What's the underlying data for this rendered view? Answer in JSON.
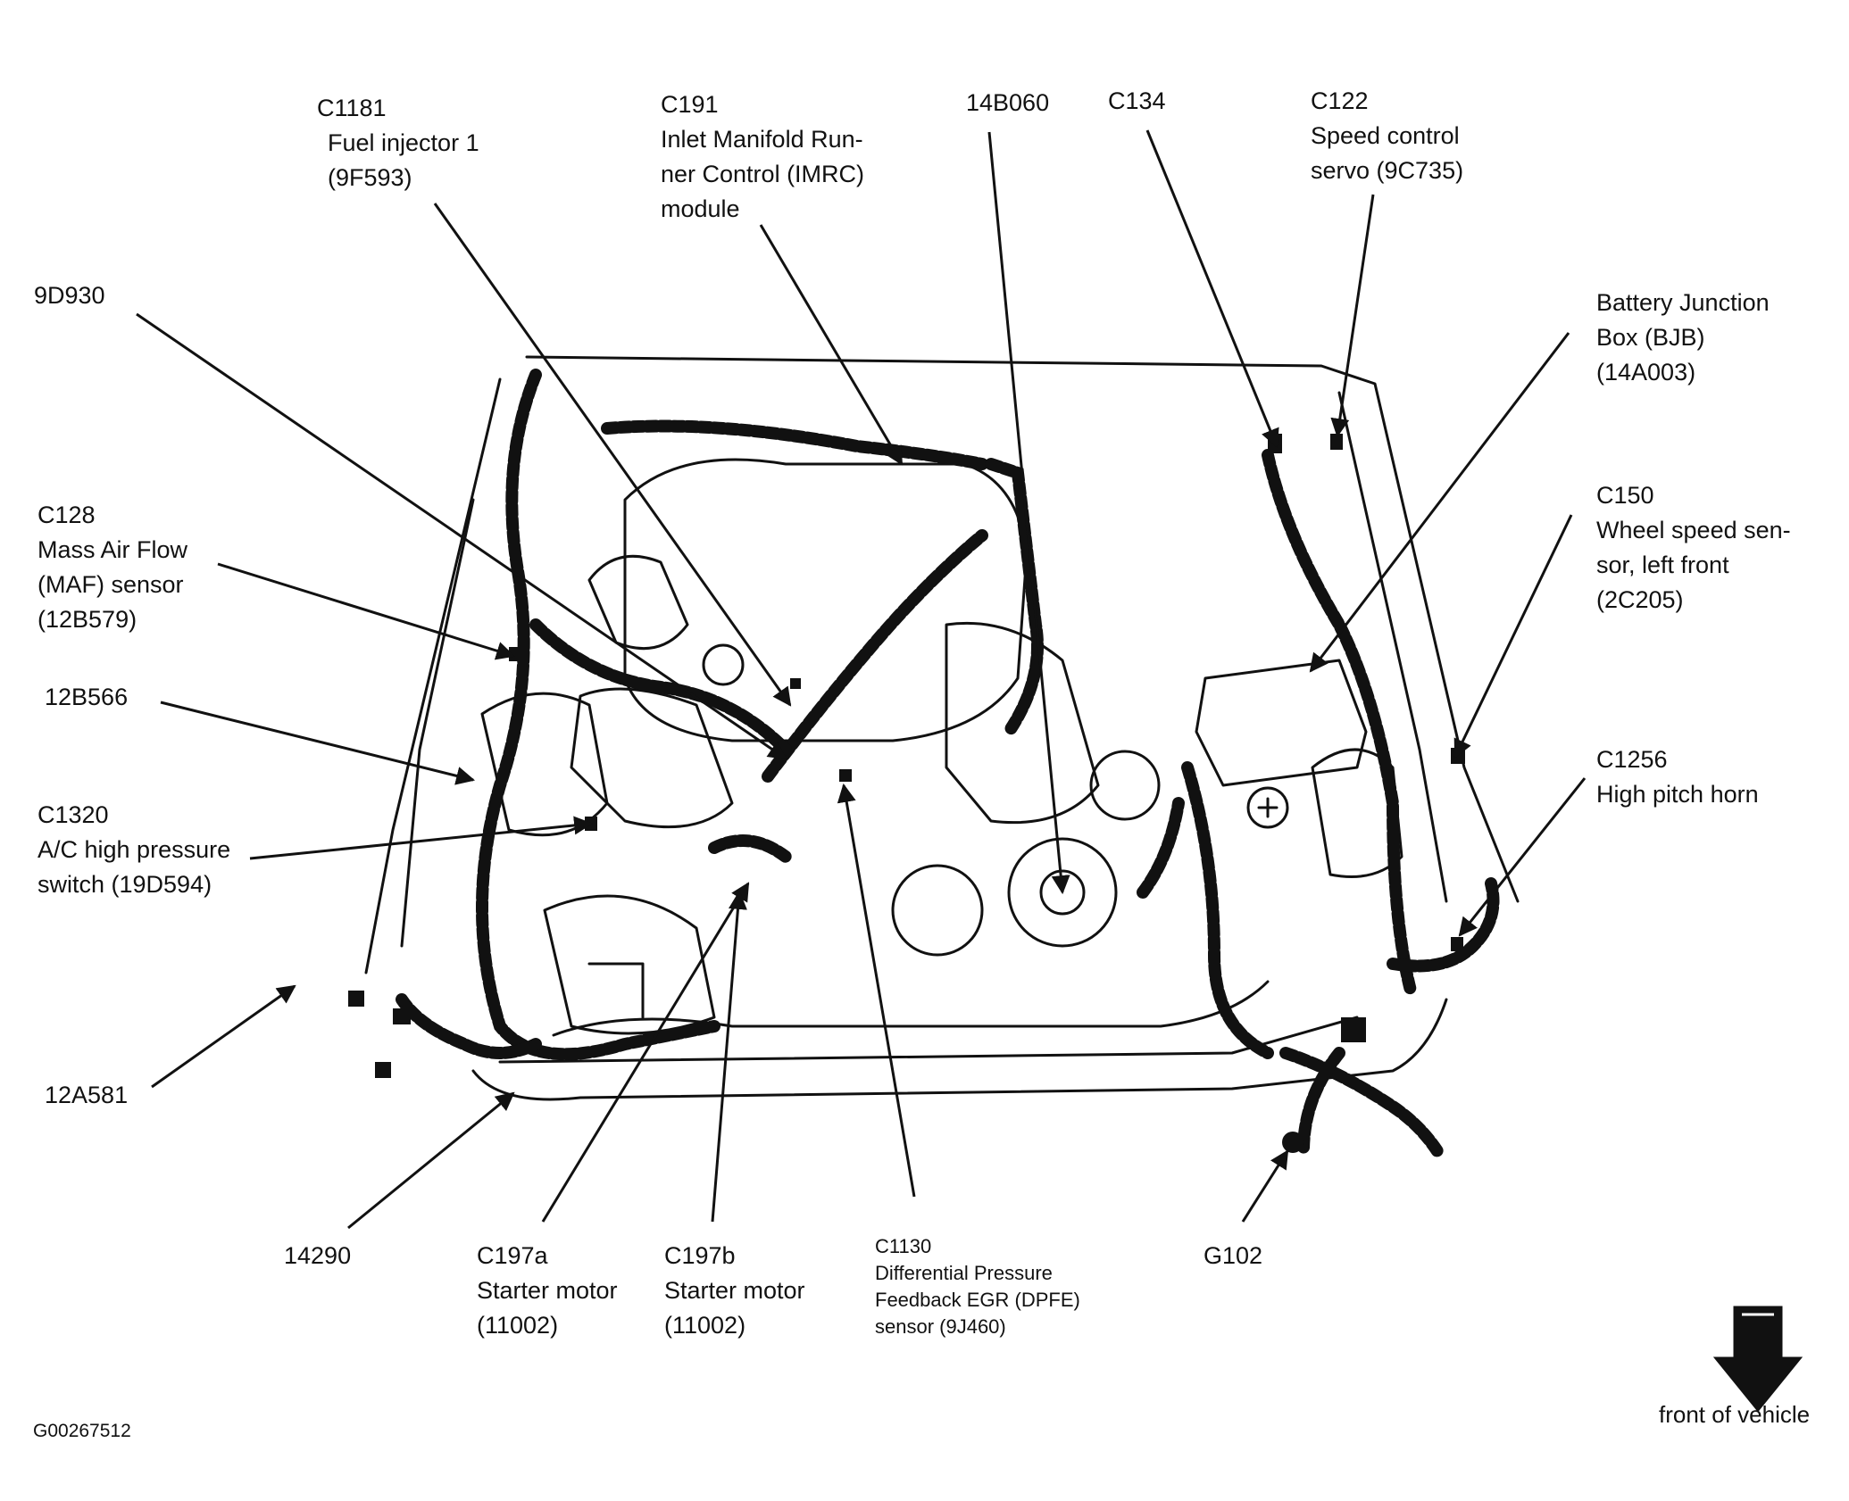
{
  "figure_id": "G00267512",
  "front_label": "front of vehicle",
  "labels": {
    "c1181": [
      "C1181",
      "Fuel injector 1",
      "(9F593)"
    ],
    "c191": [
      "C191",
      "Inlet Manifold Run-",
      "ner Control (IMRC)",
      "module"
    ],
    "b14060": [
      "14B060"
    ],
    "c134": [
      "C134"
    ],
    "c122": [
      "C122",
      "Speed control",
      "servo (9C735)"
    ],
    "d9930": [
      "9D930"
    ],
    "bjb": [
      "Battery Junction",
      "Box (BJB)",
      "(14A003)"
    ],
    "c150": [
      "C150",
      "Wheel speed sen-",
      "sor, left front",
      "(2C205)"
    ],
    "c128": [
      "C128",
      "Mass Air Flow",
      "(MAF) sensor",
      "(12B579)"
    ],
    "b12566": [
      "12B566"
    ],
    "c1256": [
      "C1256",
      "High pitch horn"
    ],
    "c1320": [
      "C1320",
      "A/C high pressure",
      "switch (19D594)"
    ],
    "a12581": [
      "12A581"
    ],
    "n14290": [
      "14290"
    ],
    "c197a": [
      "C197a",
      "Starter motor",
      "(11002)"
    ],
    "c197b": [
      "C197b",
      "Starter motor",
      "(11002)"
    ],
    "c1130": [
      "C1130",
      "Differential Pressure",
      "Feedback EGR (DPFE)",
      "sensor (9J460)"
    ],
    "g102": [
      "G102"
    ]
  },
  "colors": {
    "ink": "#111111",
    "paper": "#ffffff"
  },
  "icons": {
    "direction_arrow": "down-arrow-icon"
  }
}
